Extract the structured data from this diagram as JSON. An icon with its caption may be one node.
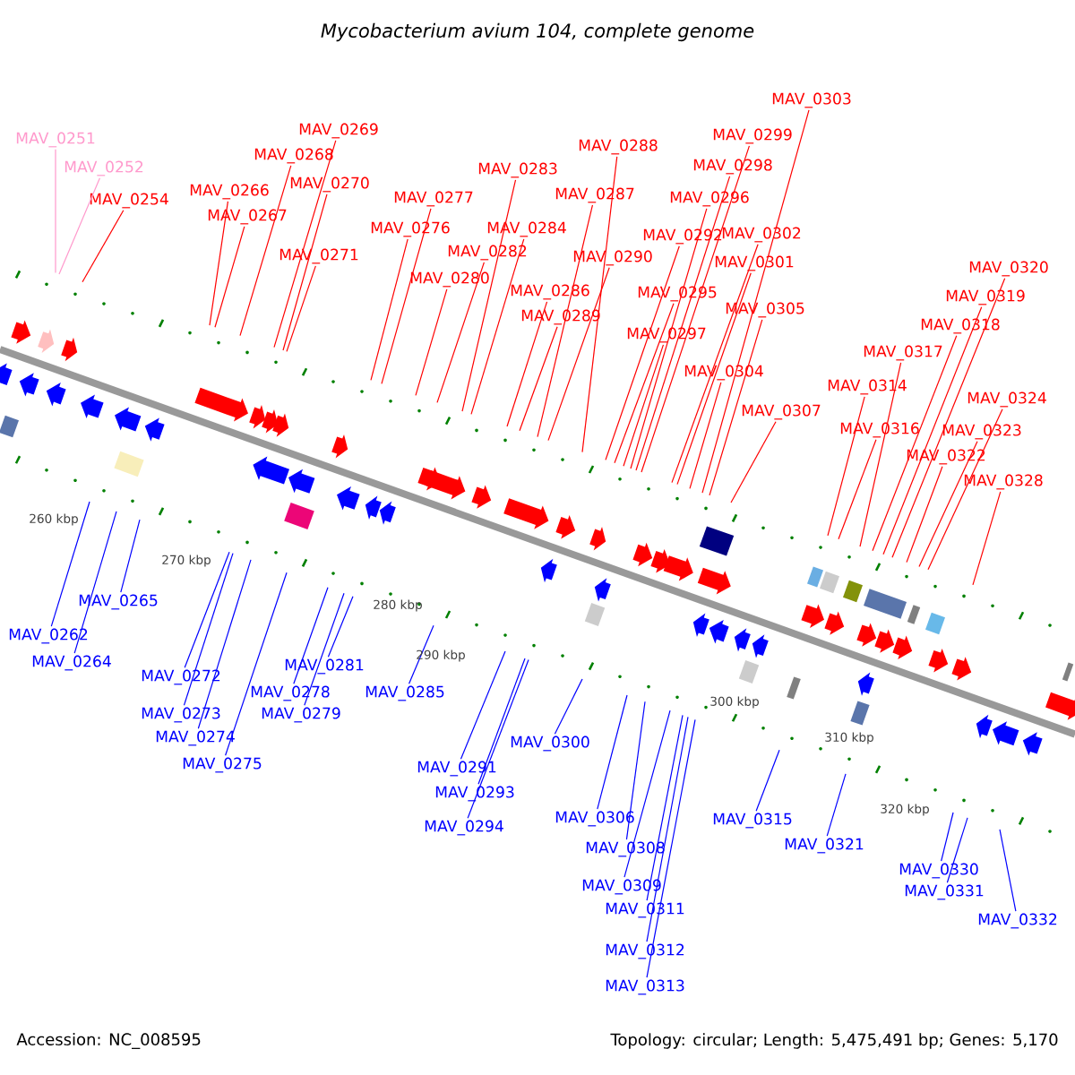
{
  "diagram": {
    "title": "Mycobacterium avium 104, complete genome",
    "nodes": [
      {
        "text": [
          "MAV_0251"
        ]
      },
      {
        "text": [
          "MAV_0252"
        ]
      },
      {
        "text": [
          "MAV_0254"
        ]
      },
      {
        "text": [
          "MAV_0262"
        ]
      },
      {
        "text": [
          "MAV_0264"
        ]
      },
      {
        "text": [
          "MAV_0265"
        ]
      },
      {
        "text": [
          "MAV_0266"
        ]
      },
      {
        "text": [
          "MAV_0267"
        ]
      },
      {
        "text": [
          "MAV_0268"
        ]
      },
      {
        "text": [
          "MAV_0269"
        ]
      },
      {
        "text": [
          "MAV_0270"
        ]
      },
      {
        "text": [
          "MAV_0271"
        ]
      },
      {
        "text": [
          "MAV_0272"
        ]
      },
      {
        "text": [
          "MAV_0273"
        ]
      },
      {
        "text": [
          "MAV_0274"
        ]
      },
      {
        "text": [
          "MAV_0275"
        ]
      },
      {
        "text": [
          "MAV_0276"
        ]
      },
      {
        "text": [
          "MAV_0277"
        ]
      },
      {
        "text": [
          "MAV_0278"
        ]
      },
      {
        "text": [
          "MAV_0279"
        ]
      },
      {
        "text": [
          "MAV_0280"
        ]
      },
      {
        "text": [
          "MAV_0281"
        ]
      },
      {
        "text": [
          "MAV_0282"
        ]
      },
      {
        "text": [
          "MAV_0283"
        ]
      },
      {
        "text": [
          "MAV_0284"
        ]
      },
      {
        "text": [
          "MAV_0285"
        ]
      },
      {
        "text": [
          "MAV_0286"
        ]
      },
      {
        "text": [
          "MAV_0287"
        ]
      },
      {
        "text": [
          "MAV_0288"
        ]
      },
      {
        "text": [
          "MAV_0289"
        ]
      },
      {
        "text": [
          "MAV_0290"
        ]
      },
      {
        "text": [
          "MAV_0291"
        ]
      },
      {
        "text": [
          "MAV_0292"
        ]
      },
      {
        "text": [
          "MAV_0293"
        ]
      },
      {
        "text": [
          "MAV_0294"
        ]
      },
      {
        "text": [
          "MAV_0295"
        ]
      },
      {
        "text": [
          "MAV_0296"
        ]
      },
      {
        "text": [
          "MAV_0297"
        ]
      },
      {
        "text": [
          "MAV_0298"
        ]
      },
      {
        "text": [
          "MAV_0299"
        ]
      },
      {
        "text": [
          "MAV_0300"
        ]
      },
      {
        "text": [
          "MAV_0301"
        ]
      },
      {
        "text": [
          "MAV_0302"
        ]
      },
      {
        "text": [
          "MAV_0303"
        ]
      },
      {
        "text": [
          "MAV_0304"
        ]
      },
      {
        "text": [
          "MAV_0305"
        ]
      },
      {
        "text": [
          "MAV_0306"
        ]
      },
      {
        "text": [
          "MAV_0307"
        ]
      },
      {
        "text": [
          "MAV_0308"
        ]
      },
      {
        "text": [
          "MAV_0309"
        ]
      },
      {
        "text": [
          "MAV_0311"
        ]
      },
      {
        "text": [
          "MAV_0312"
        ]
      },
      {
        "text": [
          "MAV_0313"
        ]
      },
      {
        "text": [
          "MAV_0314"
        ]
      },
      {
        "text": [
          "MAV_0315"
        ]
      },
      {
        "text": [
          "MAV_0316"
        ]
      },
      {
        "text": [
          "MAV_0317"
        ]
      },
      {
        "text": [
          "MAV_0318"
        ]
      },
      {
        "text": [
          "MAV_0319"
        ]
      },
      {
        "text": [
          "MAV_0320"
        ]
      },
      {
        "text": [
          "MAV_0321"
        ]
      },
      {
        "text": [
          "MAV_0322"
        ]
      },
      {
        "text": [
          "MAV_0323"
        ]
      },
      {
        "text": [
          "MAV_0324"
        ]
      },
      {
        "text": [
          "MAV_0328"
        ]
      },
      {
        "text": [
          "MAV_0330"
        ]
      },
      {
        "text": [
          "MAV_0331"
        ]
      },
      {
        "text": [
          "MAV_0332"
        ]
      }
    ],
    "edges": [
      {
        "from": 0,
        "to": null,
        "arrow": "none",
        "color": "#ff99cc"
      },
      {
        "from": 1,
        "to": null,
        "arrow": "none",
        "color": "#ff99cc"
      },
      {
        "from": 2,
        "to": null,
        "arrow": "none"
      },
      {
        "from": 3,
        "to": null,
        "arrow": "none",
        "color": "#0000ff"
      },
      {
        "from": 4,
        "to": null,
        "arrow": "none",
        "color": "#0000ff"
      },
      {
        "from": 5,
        "to": null,
        "arrow": "none",
        "color": "#0000ff"
      },
      {
        "from": 6,
        "to": null,
        "arrow": "none"
      },
      {
        "from": 7,
        "to": null,
        "arrow": "none"
      },
      {
        "from": 8,
        "to": null,
        "arrow": "none"
      },
      {
        "from": 9,
        "to": null,
        "arrow": "none"
      },
      {
        "from": 10,
        "to": null,
        "arrow": "none"
      },
      {
        "from": 11,
        "to": null,
        "arrow": "none"
      },
      {
        "from": 12,
        "to": null,
        "arrow": "none",
        "color": "#0000ff"
      },
      {
        "from": 13,
        "to": null,
        "arrow": "none",
        "color": "#0000ff"
      },
      {
        "from": 14,
        "to": null,
        "arrow": "none",
        "color": "#0000ff"
      },
      {
        "from": 15,
        "to": null,
        "arrow": "none",
        "color": "#0000ff"
      },
      {
        "from": 16,
        "to": null,
        "arrow": "none"
      },
      {
        "from": 17,
        "to": null,
        "arrow": "none"
      },
      {
        "from": 18,
        "to": null,
        "arrow": "none",
        "color": "#0000ff"
      },
      {
        "from": 19,
        "to": null,
        "arrow": "none",
        "color": "#0000ff"
      },
      {
        "from": 20,
        "to": null,
        "arrow": "none"
      },
      {
        "from": 21,
        "to": null,
        "arrow": "none",
        "color": "#0000ff"
      },
      {
        "from": 22,
        "to": null,
        "arrow": "none"
      },
      {
        "from": 23,
        "to": null,
        "arrow": "none"
      },
      {
        "from": 24,
        "to": null,
        "arrow": "none"
      },
      {
        "from": 25,
        "to": null,
        "arrow": "none",
        "color": "#0000ff"
      },
      {
        "from": 26,
        "to": null,
        "arrow": "none"
      },
      {
        "from": 27,
        "to": null,
        "arrow": "none"
      },
      {
        "from": 28,
        "to": null,
        "arrow": "none"
      },
      {
        "from": 29,
        "to": null,
        "arrow": "none"
      },
      {
        "from": 30,
        "to": null,
        "arrow": "none"
      },
      {
        "from": 31,
        "to": null,
        "arrow": "none",
        "color": "#0000ff"
      },
      {
        "from": 32,
        "to": null,
        "arrow": "none"
      },
      {
        "from": 33,
        "to": null,
        "arrow": "none",
        "color": "#0000ff"
      },
      {
        "from": 34,
        "to": null,
        "arrow": "none",
        "color": "#0000ff"
      },
      {
        "from": 35,
        "to": null,
        "arrow": "none"
      },
      {
        "from": 36,
        "to": null,
        "arrow": "none"
      },
      {
        "from": 37,
        "to": null,
        "arrow": "none"
      },
      {
        "from": 38,
        "to": null,
        "arrow": "none"
      },
      {
        "from": 39,
        "to": null,
        "arrow": "none"
      },
      {
        "from": 40,
        "to": null,
        "arrow": "none",
        "color": "#0000ff"
      },
      {
        "from": 41,
        "to": null,
        "arrow": "none"
      },
      {
        "from": 42,
        "to": null,
        "arrow": "none"
      },
      {
        "from": 43,
        "to": null,
        "arrow": "none"
      },
      {
        "from": 44,
        "to": null,
        "arrow": "none"
      },
      {
        "from": 45,
        "to": null,
        "arrow": "none"
      },
      {
        "from": 46,
        "to": null,
        "arrow": "none",
        "color": "#0000ff"
      },
      {
        "from": 47,
        "to": null,
        "arrow": "none"
      },
      {
        "from": 48,
        "to": null,
        "arrow": "none",
        "color": "#0000ff"
      },
      {
        "from": 49,
        "to": null,
        "arrow": "none",
        "color": "#0000ff"
      },
      {
        "from": 50,
        "to": null,
        "arrow": "none",
        "color": "#0000ff"
      },
      {
        "from": 51,
        "to": null,
        "arrow": "none",
        "color": "#0000ff"
      },
      {
        "from": 52,
        "to": null,
        "arrow": "none",
        "color": "#0000ff"
      },
      {
        "from": 53,
        "to": null,
        "arrow": "none"
      },
      {
        "from": 54,
        "to": null,
        "arrow": "none",
        "color": "#0000ff"
      },
      {
        "from": 55,
        "to": null,
        "arrow": "none"
      },
      {
        "from": 56,
        "to": null,
        "arrow": "none"
      },
      {
        "from": 57,
        "to": null,
        "arrow": "none"
      },
      {
        "from": 58,
        "to": null,
        "arrow": "none"
      },
      {
        "from": 59,
        "to": null,
        "arrow": "none"
      },
      {
        "from": 60,
        "to": null,
        "arrow": "none",
        "color": "#0000ff"
      },
      {
        "from": 61,
        "to": null,
        "arrow": "none"
      },
      {
        "from": 62,
        "to": null,
        "arrow": "none"
      },
      {
        "from": 63,
        "to": null,
        "arrow": "none"
      },
      {
        "from": 64,
        "to": null,
        "arrow": "none"
      },
      {
        "from": 65,
        "to": null,
        "arrow": "none",
        "color": "#0000ff"
      },
      {
        "from": 66,
        "to": null,
        "arrow": "none",
        "color": "#0000ff"
      },
      {
        "from": 67,
        "to": null,
        "arrow": "none",
        "color": "#0000ff"
      }
    ],
    "labels": [
      "260 kbp",
      "270 kbp",
      "280 kbp",
      "290 kbp",
      "300 kbp",
      "310 kbp",
      "320 kbp",
      "Accession: NC_008595",
      "Topology: circular; Length: 5,475,491 bp; Genes: 5,170"
    ]
  }
}
